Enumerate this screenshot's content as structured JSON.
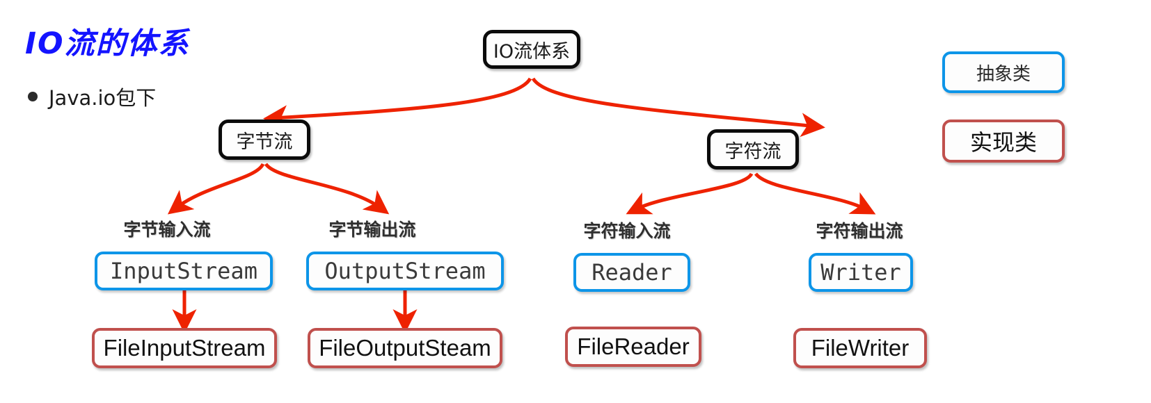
{
  "page": {
    "title": "IO流的体系",
    "title_color": "#1414ff",
    "background": "#ffffff"
  },
  "bullets": [
    {
      "text": "Java.io包下"
    }
  ],
  "palette": {
    "abstract_border": "#0d95e8",
    "implementation_border": "#c0504d",
    "root_border": "#0b0b0b",
    "arrow": "#ee2200"
  },
  "tree": {
    "root": {
      "label": "IO流体系"
    },
    "level2": [
      {
        "label": "字节流"
      },
      {
        "label": "字符流"
      }
    ],
    "captions": [
      {
        "label": "字节输入流"
      },
      {
        "label": "字节输出流"
      },
      {
        "label": "字符输入流"
      },
      {
        "label": "字符输出流"
      }
    ],
    "abstract_classes": [
      {
        "label": "InputStream"
      },
      {
        "label": "OutputStream"
      },
      {
        "label": "Reader"
      },
      {
        "label": "Writer"
      }
    ],
    "implementation_classes": [
      {
        "label": "FileInputStream"
      },
      {
        "label": "FileOutputSteam"
      },
      {
        "label": "FileReader"
      },
      {
        "label": "FileWriter"
      }
    ]
  },
  "legend": [
    {
      "label": "抽象类",
      "kind": "abstract"
    },
    {
      "label": "实现类",
      "kind": "implementation"
    }
  ]
}
